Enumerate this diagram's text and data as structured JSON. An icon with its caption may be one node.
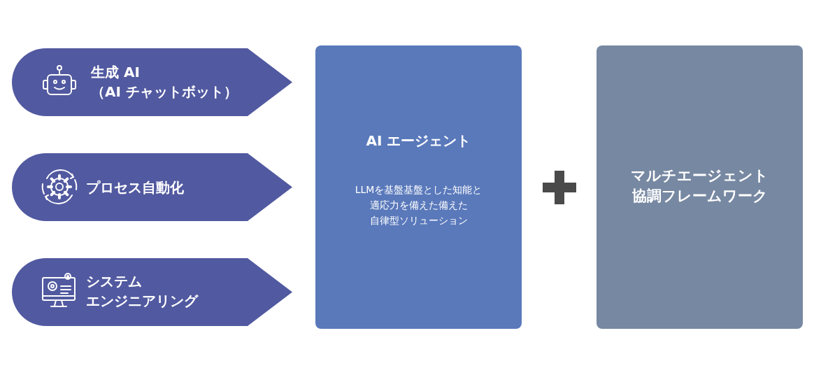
{
  "diagram": {
    "nodes": [
      {
        "text": [
          "生成 AI（AI チャットボット）"
        ]
      },
      {
        "text": [
          "プロセス自動化"
        ]
      },
      {
        "text": [
          "システムエンジニアリング"
        ]
      },
      {
        "text": [
          "AI エージェント",
          "LLMを基盤基盤とした知能と適応力を備えた備えた自律型ソリューション"
        ]
      },
      {
        "text": [
          "マルチエージェント協調フレームワーク"
        ]
      }
    ]
  }
}
